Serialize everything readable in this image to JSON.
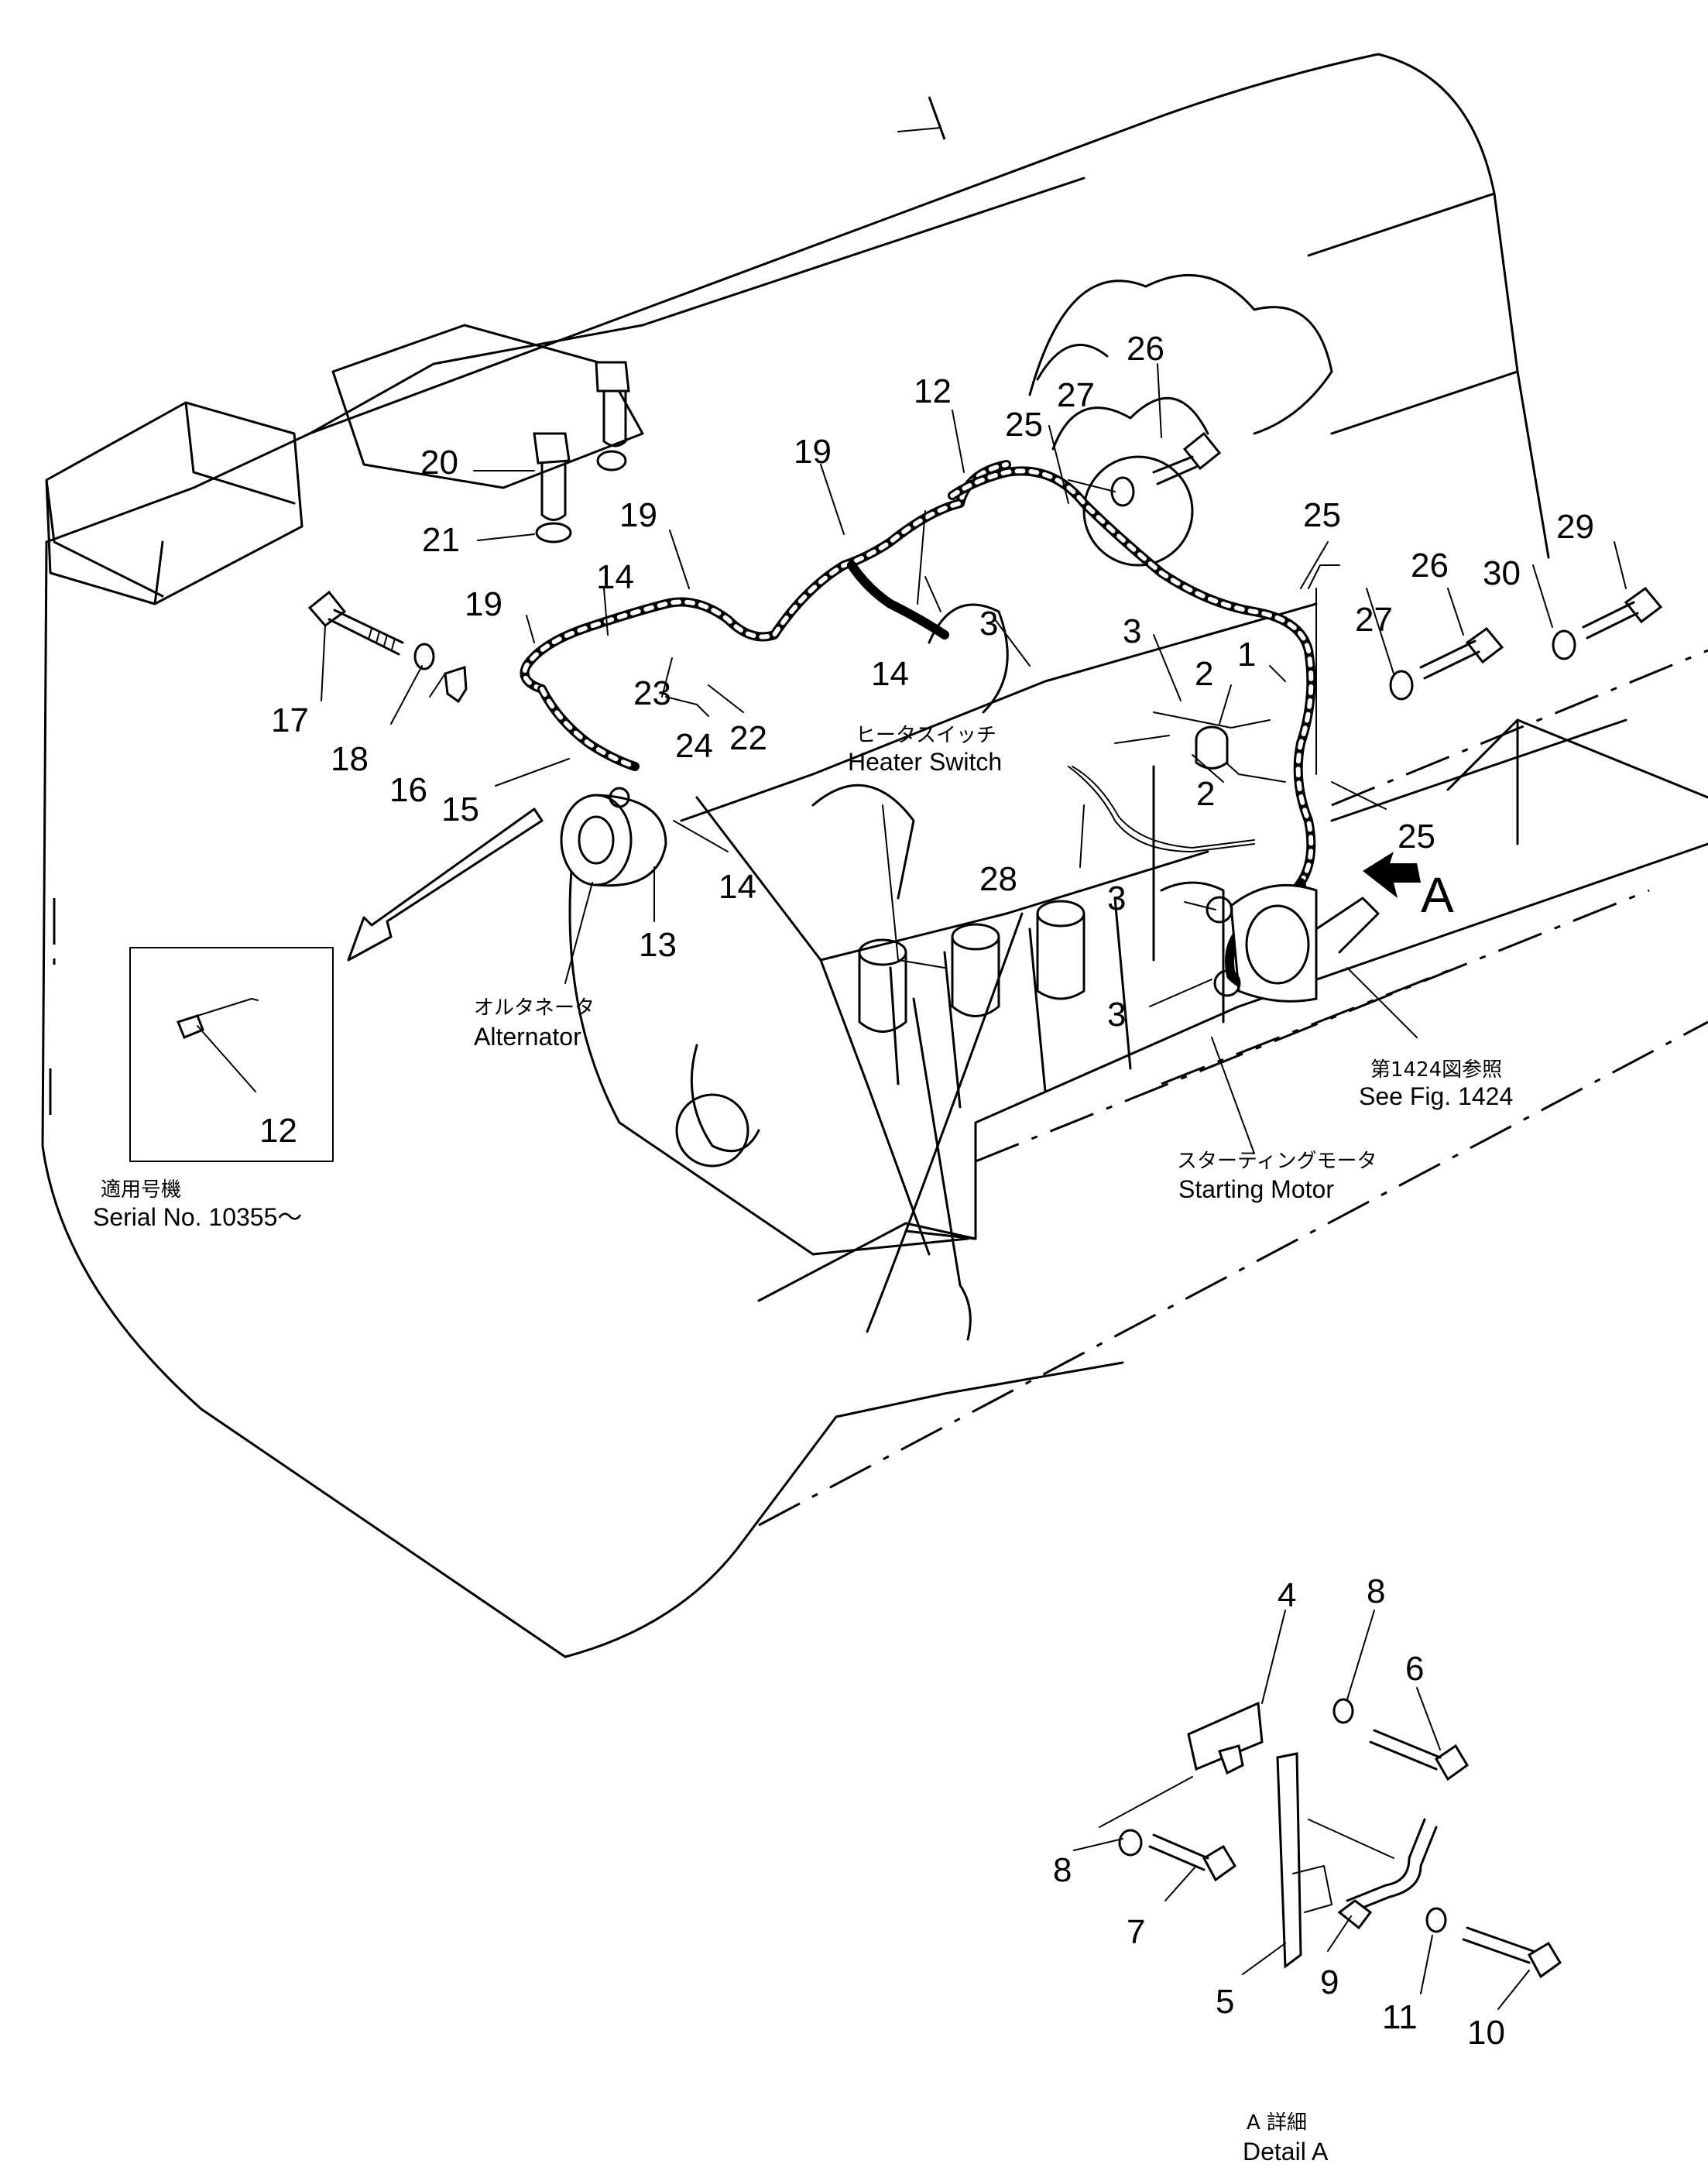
{
  "callouts": {
    "c1": "1",
    "c2a": "2",
    "c2b": "2",
    "c3a": "3",
    "c3b": "3",
    "c3c": "3",
    "c3d": "3",
    "c4": "4",
    "c5": "5",
    "c6": "6",
    "c7": "7",
    "c8a": "8",
    "c8b": "8",
    "c9": "9",
    "c10": "10",
    "c11": "11",
    "c12a": "12",
    "c12b": "12",
    "c13": "13",
    "c14a": "14",
    "c14b": "14",
    "c14c": "14",
    "c15": "15",
    "c16": "16",
    "c17": "17",
    "c18": "18",
    "c19a": "19",
    "c19b": "19",
    "c19c": "19",
    "c20": "20",
    "c21": "21",
    "c22": "22",
    "c23": "23",
    "c24": "24",
    "c25a": "25",
    "c25b": "25",
    "c25c": "25",
    "c26a": "26",
    "c26b": "26",
    "c27a": "27",
    "c27b": "27",
    "c28": "28",
    "c29": "29",
    "c30": "30"
  },
  "labels": {
    "heater_switch_jp": "ヒータスイッチ",
    "heater_switch_en": "Heater Switch",
    "alternator_jp": "オルタネータ",
    "alternator_en": "Alternator",
    "starting_motor_jp": "スターティングモータ",
    "starting_motor_en": "Starting Motor",
    "see_fig_jp": "第1424図参照",
    "see_fig_en": "See Fig. 1424",
    "serial_jp": "適用号機",
    "serial_en": "Serial No. 10355～",
    "view_arrow": "A",
    "detail_jp": "A 詳細",
    "detail_en": "Detail A"
  }
}
